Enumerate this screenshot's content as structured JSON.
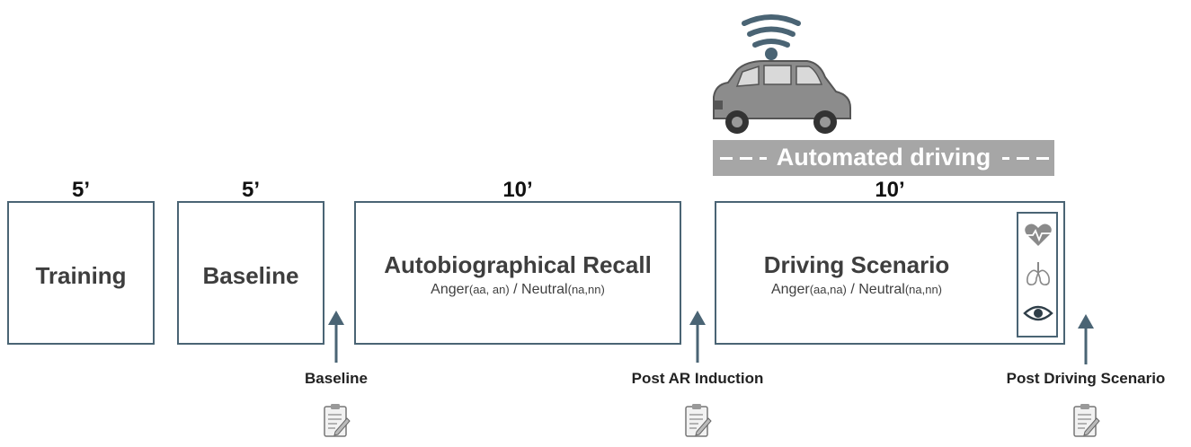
{
  "phases": [
    {
      "duration": "5’",
      "title": "Training"
    },
    {
      "duration": "5’",
      "title": "Baseline"
    },
    {
      "duration": "10’",
      "title": "Autobiographical Recall",
      "sub_a": "Anger",
      "sub_a_small": "(aa, an)",
      "sub_sep": " / ",
      "sub_b": "Neutral",
      "sub_b_small": "(na,nn)"
    },
    {
      "duration": "10’",
      "title": "Driving Scenario",
      "sub_a": "Anger",
      "sub_a_small": "(aa,na)",
      "sub_sep": " / ",
      "sub_b": "Neutral",
      "sub_b_small": "(na,nn)"
    }
  ],
  "road_banner": {
    "label": "Automated driving"
  },
  "measurements": [
    {
      "label": "Baseline",
      "icon": "clipboard-icon"
    },
    {
      "label": "Post AR Induction",
      "icon": "clipboard-icon"
    },
    {
      "label": "Post Driving Scenario",
      "icon": "clipboard-icon"
    }
  ],
  "sensors": [
    "heart-rate-icon",
    "lungs-icon",
    "eye-icon"
  ],
  "colors": {
    "box_border": "#4a6474",
    "arrow": "#4a6474",
    "banner": "#a6a6a6",
    "car": "#8a8a8a"
  }
}
